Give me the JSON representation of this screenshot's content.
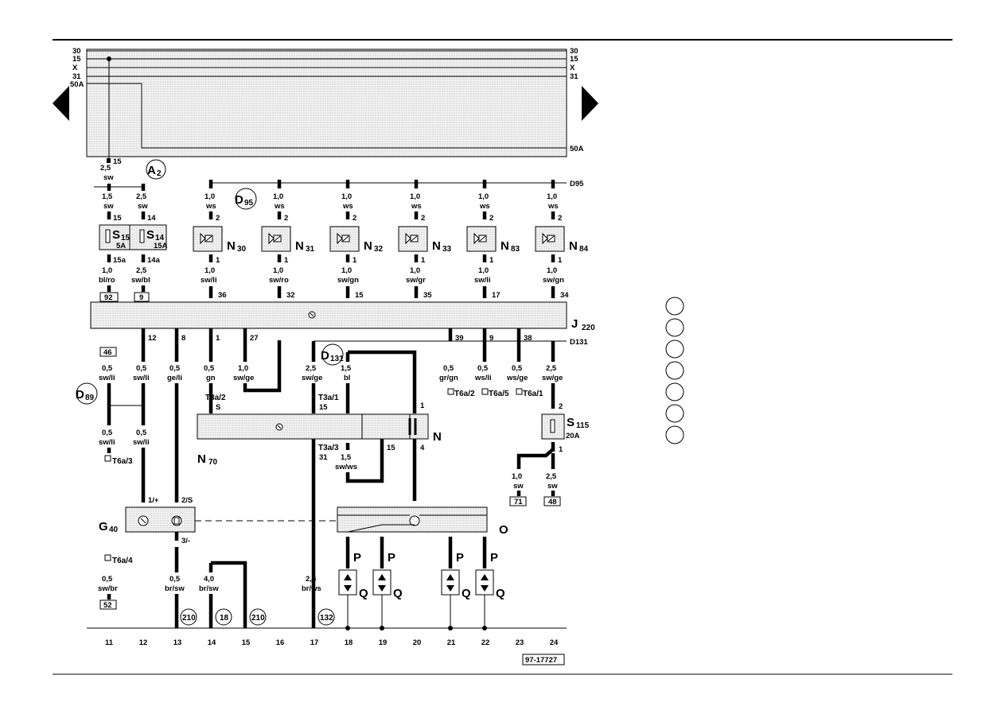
{
  "rails": {
    "r30": "30",
    "r15": "15",
    "rX": "X",
    "r31": "31",
    "r50A": "50A"
  },
  "rail_50A_right": "50A",
  "d95": "D95",
  "d131": "D131",
  "top_block": {
    "pin15": "15",
    "wire_gauge": "2,5",
    "wire_color": "sw"
  },
  "a2": {
    "letter": "A",
    "index": "2"
  },
  "s15": {
    "gauge_top": "1,5",
    "color_top": "sw",
    "pin_top": "15",
    "name": "S",
    "index": "15",
    "rating": "5A",
    "pin_bottom": "15a",
    "gauge_bottom": "1,0",
    "color_bottom": "bl/ro",
    "box": "92"
  },
  "s14": {
    "gauge_top": "2,5",
    "color_top": "sw",
    "pin_top": "14",
    "name": "S",
    "index": "14",
    "rating": "15A",
    "pin_bottom": "14a",
    "gauge_bottom": "2,5",
    "color_bottom": "sw/bl",
    "box": "9"
  },
  "injectors": [
    {
      "name": "N",
      "index": "30",
      "gauge_top": "1,0",
      "color_top": "ws",
      "pin_top": "2",
      "pin_bottom": "1",
      "gauge_bottom": "1,0",
      "color_bottom": "sw/li",
      "j_pin": "36"
    },
    {
      "name": "N",
      "index": "31",
      "gauge_top": "1,0",
      "color_top": "ws",
      "pin_top": "2",
      "pin_bottom": "1",
      "gauge_bottom": "1,0",
      "color_bottom": "sw/ro",
      "j_pin": "32"
    },
    {
      "name": "N",
      "index": "32",
      "gauge_top": "1,0",
      "color_top": "ws",
      "pin_top": "2",
      "pin_bottom": "1",
      "gauge_bottom": "1,0",
      "color_bottom": "sw/gn",
      "j_pin": "15"
    },
    {
      "name": "N",
      "index": "33",
      "gauge_top": "1,0",
      "color_top": "ws",
      "pin_top": "2",
      "pin_bottom": "1",
      "gauge_bottom": "1,0",
      "color_bottom": "sw/gr",
      "j_pin": "35"
    },
    {
      "name": "N",
      "index": "83",
      "gauge_top": "1,0",
      "color_top": "ws",
      "pin_top": "2",
      "pin_bottom": "1",
      "gauge_bottom": "1,0",
      "color_bottom": "sw/li",
      "j_pin": "17"
    },
    {
      "name": "N",
      "index": "84",
      "gauge_top": "1,0",
      "color_top": "ws",
      "pin_top": "2",
      "pin_bottom": "1",
      "gauge_bottom": "1,0",
      "color_bottom": "sw/gn",
      "j_pin": "34"
    }
  ],
  "d95_label": {
    "letter": "D",
    "index": "95"
  },
  "j220": {
    "letter": "J",
    "index": "220"
  },
  "d131_label": {
    "letter": "D",
    "index": "131"
  },
  "d89_label": {
    "letter": "D",
    "index": "89"
  },
  "lower_wires": {
    "b46": "46",
    "w11a": {
      "gauge": "0,5",
      "color": "sw/li"
    },
    "w11b": {
      "gauge": "0,5",
      "color": "sw/li"
    },
    "w12_pin": "12",
    "w12a": {
      "gauge": "0,5",
      "color": "sw/li"
    },
    "w12b": {
      "gauge": "0,5",
      "color": "sw/li"
    },
    "w13_pin": "8",
    "w13": {
      "gauge": "0,5",
      "color": "ge/li"
    },
    "w14_pin": "1",
    "w14": {
      "gauge": "0,5",
      "color": "gn"
    },
    "w15_pin": "27",
    "w15": {
      "gauge": "1,0",
      "color": "sw/ge"
    },
    "w17": {
      "gauge": "2,5",
      "color": "sw/ge"
    },
    "w18": {
      "gauge": "1,5",
      "color": "bl"
    },
    "w21_pin": "39",
    "w21": {
      "gauge": "0,5",
      "color": "gr/gn"
    },
    "w22_pin": "9",
    "w22": {
      "gauge": "0,5",
      "color": "ws/li"
    },
    "w23_pin": "38",
    "w23": {
      "gauge": "0,5",
      "color": "ws/ge"
    },
    "w24": {
      "gauge": "2,5",
      "color": "sw/ge"
    },
    "t6a2": "T6a/2",
    "t6a5": "T6a/5",
    "t6a1": "T6a/1",
    "t6a3": "T6a/3",
    "t6a4": "T6a/4",
    "t3a2": "T3a/2",
    "t3a2_s": "S",
    "t3a1": "T3a/1",
    "t3a1_15": "15",
    "t3a3": "T3a/3",
    "t3a3_31": "31",
    "n_pin1": "1",
    "n_pin4": "4",
    "n_pin15": "15",
    "n_w15": {
      "gauge": "1,5",
      "color": "sw/ws"
    },
    "n_letter": "N",
    "n70": {
      "letter": "N",
      "index": "70"
    },
    "s115": {
      "letter": "S",
      "index": "115",
      "rating": "20A",
      "pin2": "2",
      "pin1": "1"
    },
    "w23b": {
      "gauge": "1,0",
      "color": "sw",
      "box": "71"
    },
    "w24b": {
      "gauge": "2,5",
      "color": "sw",
      "box": "48"
    },
    "g40": {
      "letter": "G",
      "index": "40",
      "pin1": "1/+",
      "pin2": "2/S",
      "pin3": "3/-"
    },
    "o_letter": "O",
    "p": "P",
    "q": "Q",
    "w11c": {
      "gauge": "0,5",
      "color": "sw/br",
      "box": "52"
    },
    "w13c": {
      "gauge": "0,5",
      "color": "br/sw"
    },
    "w14c": {
      "gauge": "4,0",
      "color": "br/sw"
    },
    "w17c": {
      "gauge": "2,5",
      "color": "br/ws"
    },
    "ref210a": "210",
    "ref18": "18",
    "ref210b": "210",
    "ref132": "132"
  },
  "columns": [
    "11",
    "12",
    "13",
    "14",
    "15",
    "16",
    "17",
    "18",
    "19",
    "20",
    "21",
    "22",
    "23",
    "24"
  ],
  "figure_id": "97-17727"
}
